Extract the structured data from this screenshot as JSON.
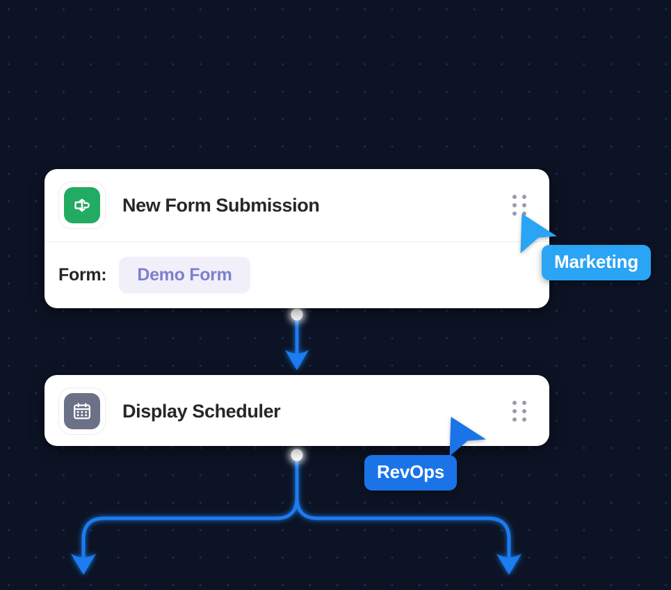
{
  "canvas": {
    "background_color": "#0c1324",
    "dot_color": "#1b2b4a"
  },
  "nodes": [
    {
      "id": "trigger",
      "title": "New Form Submission",
      "icon": "form-branch-icon",
      "icon_color": "#22ab62",
      "drag_handle": "drag-handle-dots",
      "field": {
        "label": "Form:",
        "value": "Demo Form",
        "value_color": "#7d7fd0",
        "chip_background": "#f1f0fa"
      }
    },
    {
      "id": "action",
      "title": "Display Scheduler",
      "icon": "calendar-icon",
      "icon_color": "#6b7186",
      "drag_handle": "drag-handle-dots"
    }
  ],
  "cursors": [
    {
      "id": "marketing",
      "label": "Marketing",
      "color": "#2aa4f4",
      "arrow_color": "#2aa4f4"
    },
    {
      "id": "revops",
      "label": "RevOps",
      "color": "#1a74e8",
      "arrow_color": "#1a74e8"
    }
  ],
  "connectors": {
    "line_color": "#1f7bf0",
    "handle_color": "#ffffff",
    "edges": [
      {
        "from": "trigger",
        "to": "action",
        "type": "straight-down"
      },
      {
        "from": "action",
        "to": "branch-left",
        "type": "branch-left"
      },
      {
        "from": "action",
        "to": "branch-right",
        "type": "branch-right"
      }
    ]
  }
}
